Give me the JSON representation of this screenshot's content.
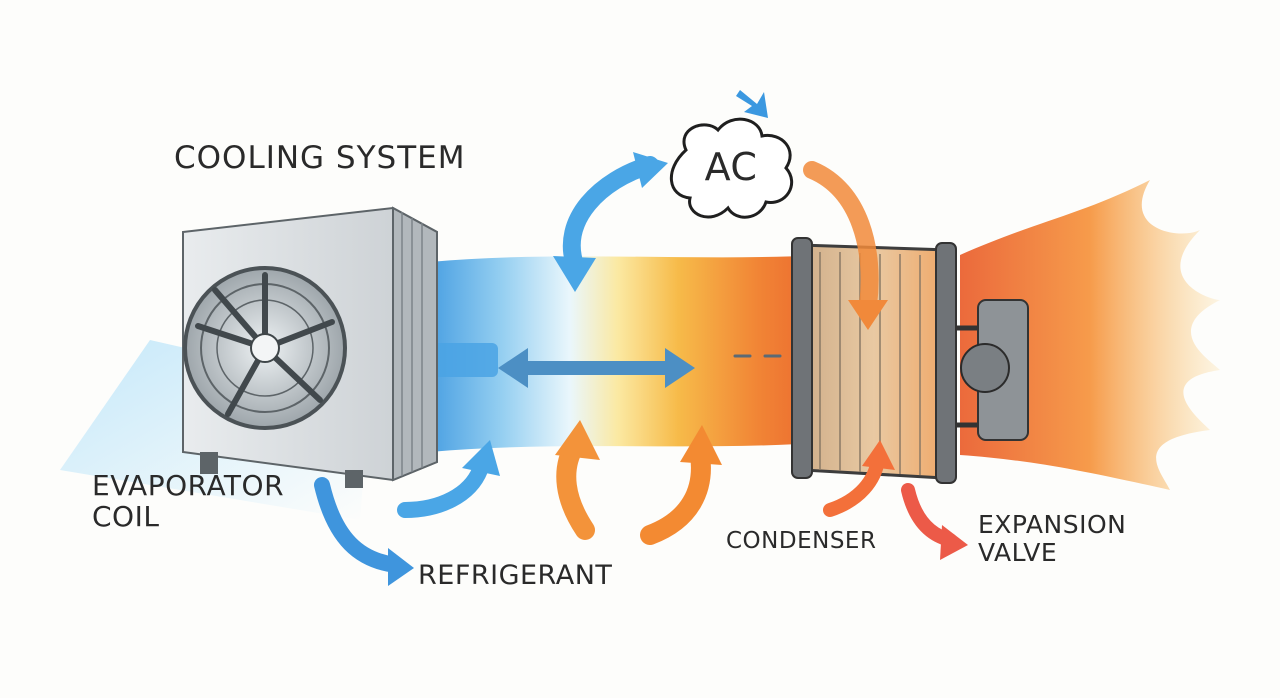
{
  "title": "COOLING SYSTEM",
  "labels": {
    "ac": "AC",
    "evaporator_line1": "EVAPORATOR",
    "evaporator_line2": "COIL",
    "refrigerant": "REFRIGERANT",
    "condenser": "CONDENSER",
    "expansion_line1": "EXPANSION",
    "expansion_line2": "VALVE"
  },
  "colors": {
    "cool": "#3b98e0",
    "light_cool": "#a8d8f5",
    "warm": "#f6c23c",
    "hot": "#f06a22",
    "metal": "#9aa0a5",
    "ink": "#2a2a2a"
  },
  "icons": [
    "fan-icon",
    "ac-cloud-icon",
    "radiator-icon",
    "flame-icon",
    "arrow-icon"
  ]
}
